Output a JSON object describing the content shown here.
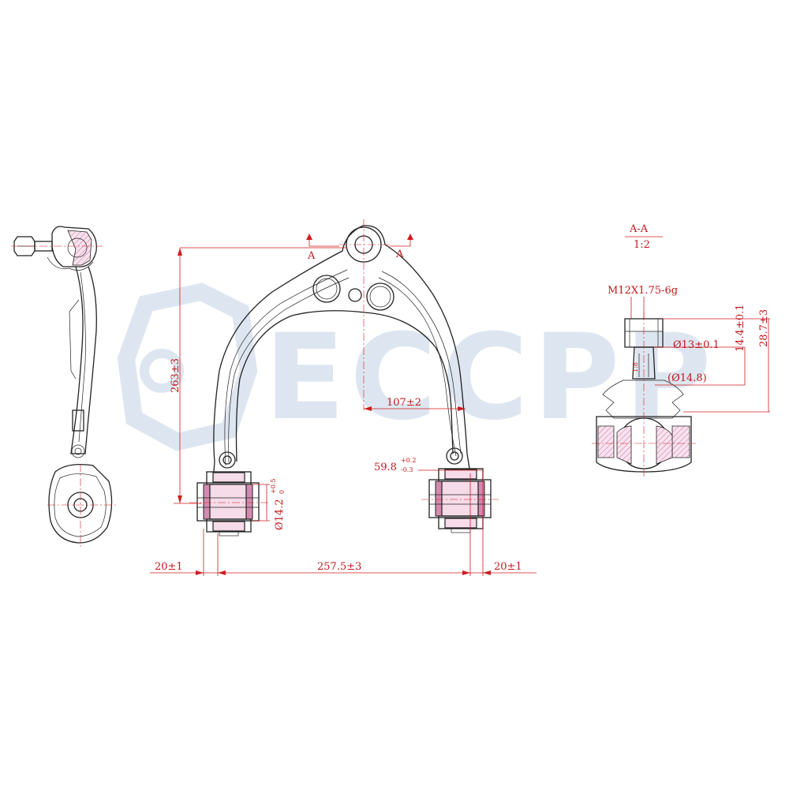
{
  "watermark": {
    "text": "ECCPP",
    "color": "#dde6f0"
  },
  "colors": {
    "dimension": "#c0181c",
    "outline": "#222222",
    "bushing": "#f6dbe8"
  },
  "section_label": {
    "name": "A-A",
    "scale": "1:2"
  },
  "section_markers": {
    "left": "A",
    "right": "A"
  },
  "dimensions": {
    "height": "263±3",
    "pivot_offset": "107±2",
    "bushing_width": "59.8",
    "bushing_width_tol_upper": "+0.2",
    "bushing_width_tol_lower": "-0.3",
    "bore_diameter": "Ø14.2",
    "bore_tol_upper": "+0.5",
    "bore_tol_lower": "0",
    "left_offset": "20±1",
    "bushing_spacing": "257.5±3",
    "right_offset": "20±1",
    "thread": "M12X1.75-6g",
    "nut_diameter": "Ø13±0.1",
    "stud_diameter": "(Ø14.8)",
    "stud_length": "14.4±0.1",
    "stud_height": "28.7±3",
    "taper": "1:8"
  }
}
